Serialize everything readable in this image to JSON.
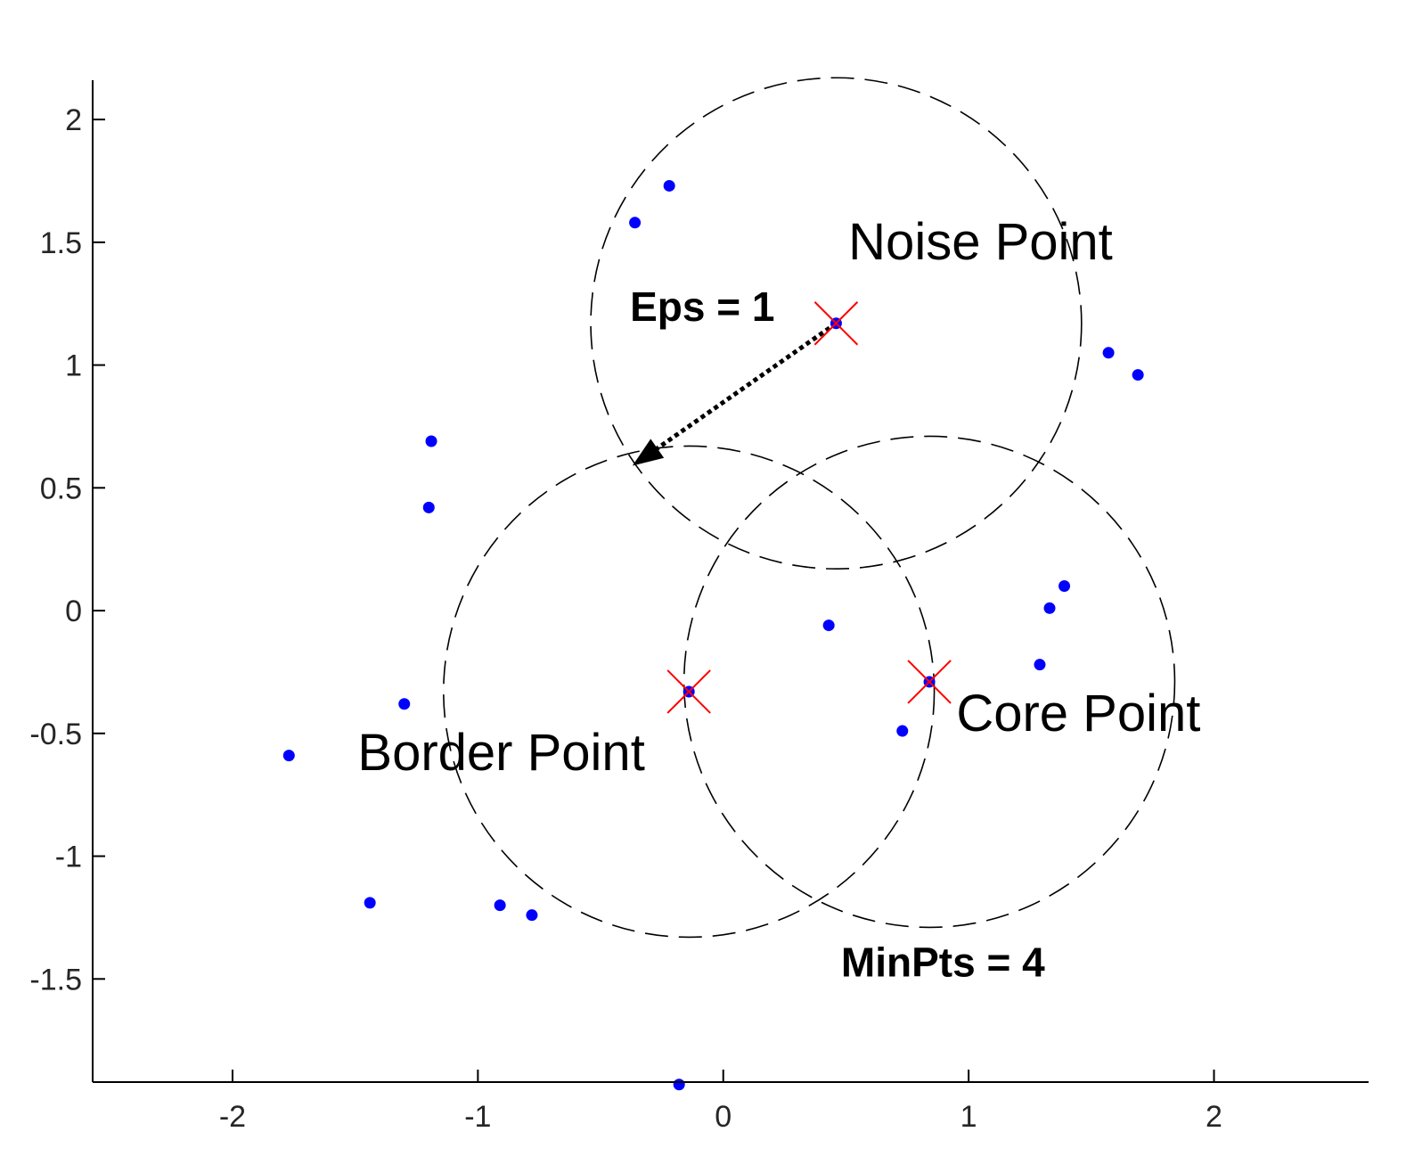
{
  "chart_data": {
    "type": "scatter",
    "title": "",
    "xlabel": "",
    "ylabel": "",
    "xlim": [
      -2.57,
      2.63
    ],
    "ylim": [
      -1.92,
      2.16
    ],
    "grid": false,
    "x_ticks": [
      -2,
      -1,
      0,
      1,
      2
    ],
    "x_tick_labels": [
      "-2",
      "-1",
      "0",
      "1",
      "2"
    ],
    "y_ticks": [
      2,
      1.5,
      1,
      0.5,
      0,
      -0.5,
      -1,
      -1.5
    ],
    "y_tick_labels": [
      "2",
      "1.5",
      "1",
      "0.5",
      "0",
      "-0.5",
      "-1",
      "-1.5"
    ],
    "colors": {
      "point": "#0000ff",
      "marker": "#ff0000",
      "circle": "#000000",
      "axis": "#000000"
    },
    "series": [
      {
        "x": [
          -0.22,
          -0.36,
          -1.19,
          -1.2,
          -1.3,
          -1.77,
          -1.44,
          -0.91,
          -0.78,
          -0.18,
          0.43,
          0.73,
          1.29,
          1.33,
          1.39,
          1.57,
          1.69,
          0.46,
          -0.14,
          0.84
        ],
        "y": [
          1.73,
          1.58,
          0.69,
          0.42,
          -0.38,
          -0.59,
          -1.19,
          -1.2,
          -1.24,
          -1.93,
          -0.06,
          -0.49,
          -0.22,
          0.01,
          0.1,
          1.05,
          0.96,
          1.17,
          -0.33,
          -0.29
        ]
      }
    ],
    "special_points": [
      {
        "x": 0.46,
        "y": 1.17,
        "symbol": "x"
      },
      {
        "x": -0.14,
        "y": -0.33,
        "symbol": "x"
      },
      {
        "x": 0.84,
        "y": -0.29,
        "symbol": "x"
      }
    ],
    "eps_circles": [
      {
        "cx": 0.46,
        "cy": 1.17,
        "r": 1
      },
      {
        "cx": -0.14,
        "cy": -0.33,
        "r": 1
      },
      {
        "cx": 0.84,
        "cy": -0.29,
        "r": 1
      }
    ],
    "arrow": {
      "from": [
        0.46,
        1.17
      ],
      "to": [
        -0.37,
        0.59
      ]
    },
    "annotations": [
      {
        "text": "Noise Point",
        "x": 0.51,
        "y": 1.43
      },
      {
        "text": "Eps = 1",
        "x": -0.38,
        "y": 1.18
      },
      {
        "text": "Border Point",
        "x": -1.49,
        "y": -0.65
      },
      {
        "text": "Core Point",
        "x": 0.95,
        "y": -0.49
      },
      {
        "text": "MinPts = 4",
        "x": 0.48,
        "y": -1.49
      }
    ]
  }
}
